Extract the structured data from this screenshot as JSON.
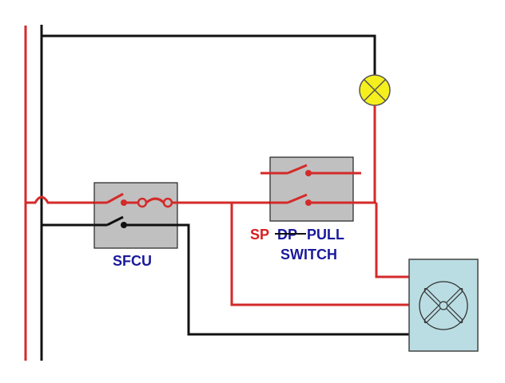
{
  "colors": {
    "live": "#d42a2a",
    "neutral": "#111111",
    "box": "#c0c0c0",
    "fan_box": "#b9dde2",
    "lamp": "#f5ef1e",
    "label_blue": "#1a1a9c",
    "label_red": "#d81e1e"
  },
  "labels": {
    "sfcu": "SFCU",
    "switch_sp": "SP",
    "switch_dp_struck": "DP",
    "switch_pull": "PULL",
    "switch_word": "SWITCH"
  },
  "components": [
    {
      "id": "lamp",
      "icon": "lamp-icon"
    },
    {
      "id": "sfcu",
      "icon": "switch-icon"
    },
    {
      "id": "pull-switch",
      "icon": "switch-icon"
    },
    {
      "id": "fan",
      "icon": "fan-icon"
    }
  ]
}
